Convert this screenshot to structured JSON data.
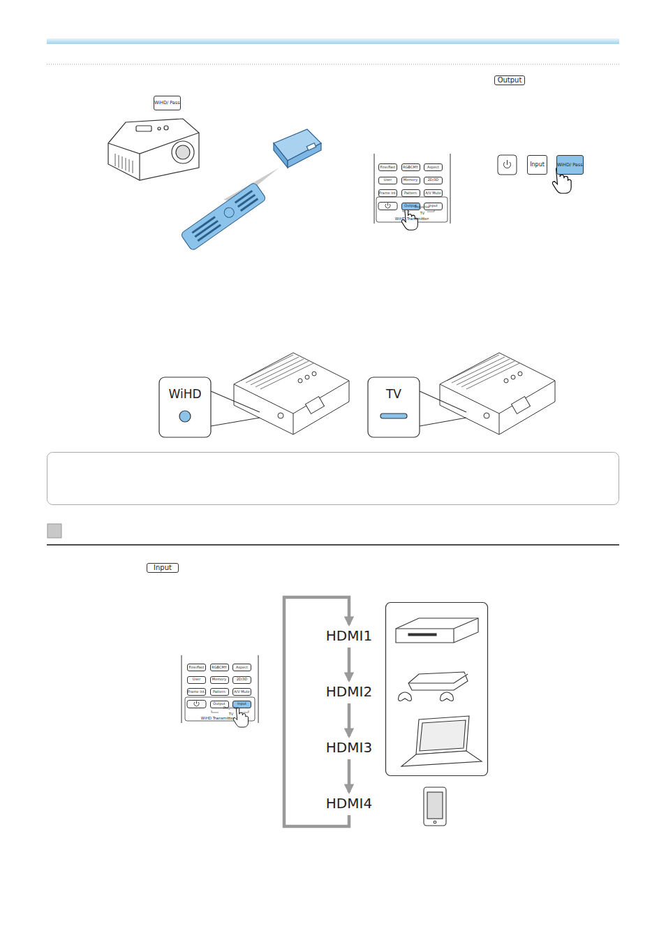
{
  "diagram": {
    "nodes": [
      {
        "text": [
          "HDMI1"
        ]
      },
      {
        "text": [
          "HDMI2"
        ]
      },
      {
        "text": [
          "HDMI3"
        ]
      },
      {
        "text": [
          "HDMI4"
        ]
      }
    ],
    "edges": [
      {
        "from": 0,
        "to": 1,
        "arrow": "to"
      },
      {
        "from": 1,
        "to": 2,
        "arrow": "to"
      },
      {
        "from": 2,
        "to": 3,
        "arrow": "to"
      },
      {
        "from": 3,
        "to": 0,
        "arrow": "to"
      }
    ],
    "labels": [
      "Output",
      "WiHD/ Pass",
      "Fine/Fast",
      "RGBCMY",
      "Aspect",
      "User",
      "Memory",
      "2D/3D",
      "Frame Int.",
      "Pattern",
      "A/V Mute",
      "Output",
      "Input",
      "Projector",
      "TV",
      "WiHD Transmitter",
      "Input",
      "WiHD/ Pass",
      "WiHD",
      "TV",
      "Input",
      "Fine/Fast",
      "RGBCMY",
      "Aspect",
      "User",
      "Memory",
      "2D/3D",
      "Frame Int.",
      "Pattern",
      "A/V Mute",
      "Output",
      "Input",
      "Projector",
      "TV",
      "WiHD Transmitter"
    ]
  }
}
